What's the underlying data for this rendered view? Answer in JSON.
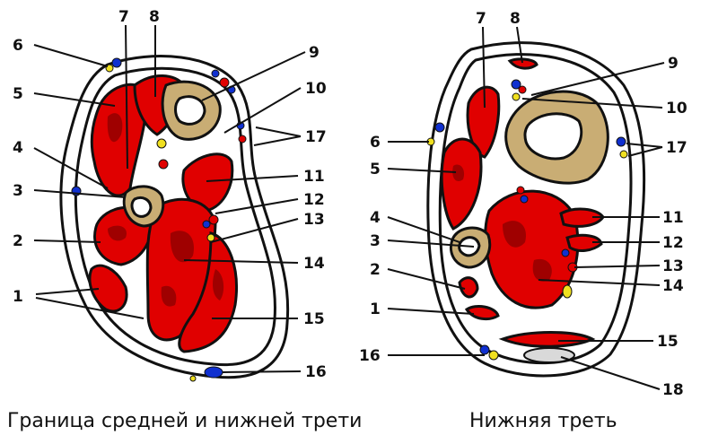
{
  "left_panel": {
    "caption": "Граница средней и нижней трети",
    "labels": [
      "1",
      "2",
      "3",
      "4",
      "5",
      "6",
      "7",
      "8",
      "9",
      "10",
      "11",
      "12",
      "13",
      "14",
      "15",
      "16",
      "17"
    ]
  },
  "right_panel": {
    "caption": "Нижняя треть",
    "labels": [
      "1",
      "2",
      "3",
      "4",
      "5",
      "6",
      "7",
      "8",
      "9",
      "10",
      "11",
      "12",
      "13",
      "14",
      "15",
      "16",
      "17",
      "18"
    ]
  },
  "colors": {
    "muscle": "#e00000",
    "muscle_dark": "#6a0000",
    "bone": "#c9ad74",
    "vessel_blue": "#1030d0",
    "vessel_red": "#e00000",
    "nerve_yellow": "#f0e020",
    "outline": "#111111"
  }
}
